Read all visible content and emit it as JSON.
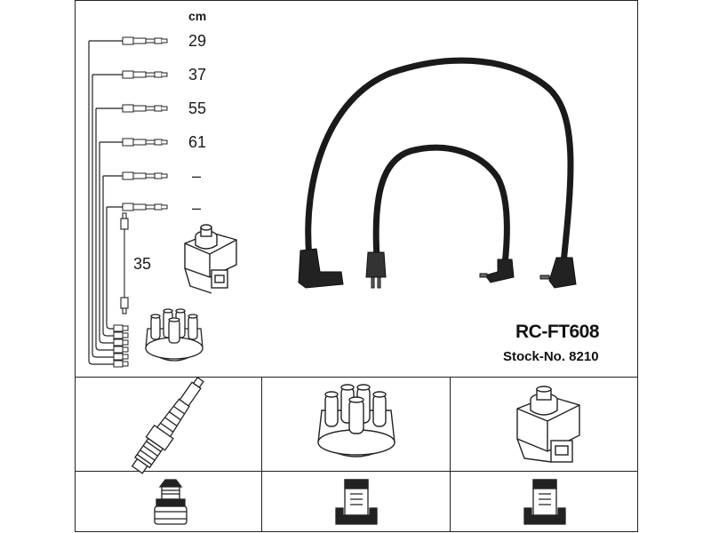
{
  "unit_label": "cm",
  "cable_lengths": [
    {
      "label": "29"
    },
    {
      "label": "37"
    },
    {
      "label": "55"
    },
    {
      "label": "61"
    },
    {
      "label": "–"
    },
    {
      "label": "–"
    }
  ],
  "coil_lead_length": "35",
  "product": {
    "part_number": "RC-FT608",
    "stock_text": "Stock-No. 8210"
  },
  "component_columns": [
    {
      "top_icon": "spark-plug-icon",
      "bottom_icon": "plug-terminal-icon"
    },
    {
      "top_icon": "distributor-cap-icon",
      "bottom_icon": "distributor-terminal-icon"
    },
    {
      "top_icon": "ignition-coil-icon",
      "bottom_icon": "coil-terminal-icon"
    }
  ],
  "colors": {
    "line": "#222222",
    "cable": "#1a1a1a",
    "background": "#ffffff"
  }
}
